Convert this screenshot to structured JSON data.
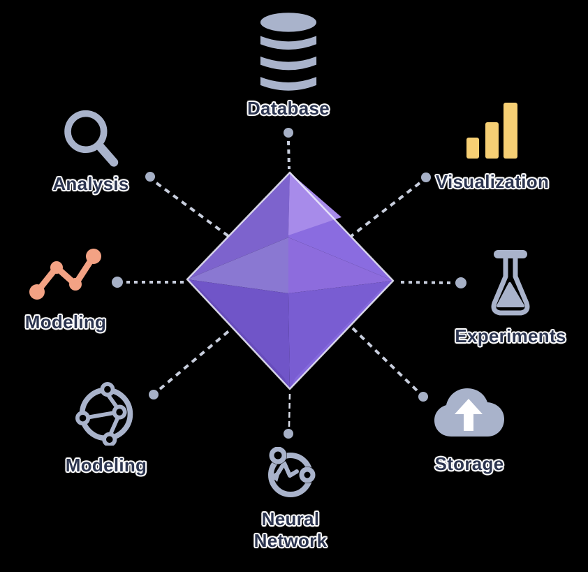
{
  "diagram": {
    "title": "",
    "center_shape": "octahedron",
    "background": "#000000"
  },
  "colors": {
    "label": "#2c3550",
    "halo": "#ffffff",
    "connector": "#c8cedd",
    "connector_light": "#d9dde8",
    "dot": "#a6b0c6",
    "icon_gray": "#a9b3cb",
    "icon_yellow": "#f6cf74",
    "icon_salmon": "#f3a284",
    "arrow_white": "#ffffff",
    "facet_top_left": "#7d63cd",
    "facet_top_right": "#8a6ce0",
    "facet_apex_highlight": "#a78bea",
    "facet_mid_left": "#8a78d2",
    "facet_mid_right": "#8d6cdd",
    "facet_bottom_left": "#7055c8",
    "facet_bottom_right": "#795dd2",
    "facet_bevel_left": "#674cbc",
    "facet_bevel_right": "#8468dd",
    "outline": "#efeefb"
  },
  "nodes": [
    {
      "id": "database",
      "label": "Database",
      "icon": "database-icon",
      "icon_color": "#a9b3cb",
      "position": "top"
    },
    {
      "id": "visualization",
      "label": "Visualization",
      "icon": "bar-chart-icon",
      "icon_color": "#f6cf74",
      "position": "top-right"
    },
    {
      "id": "analysis",
      "label": "Analysis",
      "icon": "magnifier-icon",
      "icon_color": "#a9b3cb",
      "position": "top-left"
    },
    {
      "id": "modeling-trend",
      "label": "Modeling",
      "icon": "trend-line-icon",
      "icon_color": "#f3a284",
      "position": "left"
    },
    {
      "id": "experiments",
      "label": "Experiments",
      "icon": "flask-icon",
      "icon_color": "#a9b3cb",
      "position": "right"
    },
    {
      "id": "storage",
      "label": "Storage",
      "icon": "cloud-upload-icon",
      "icon_color": "#a9b3cb",
      "position": "bottom-right"
    },
    {
      "id": "modeling-network",
      "label": "Modeling",
      "icon": "graph-network-icon",
      "icon_color": "#a9b3cb",
      "position": "bottom-left"
    },
    {
      "id": "neural-network",
      "label": "Neural Network",
      "icon": "neural-network-icon",
      "icon_color": "#a9b3cb",
      "position": "bottom"
    }
  ]
}
